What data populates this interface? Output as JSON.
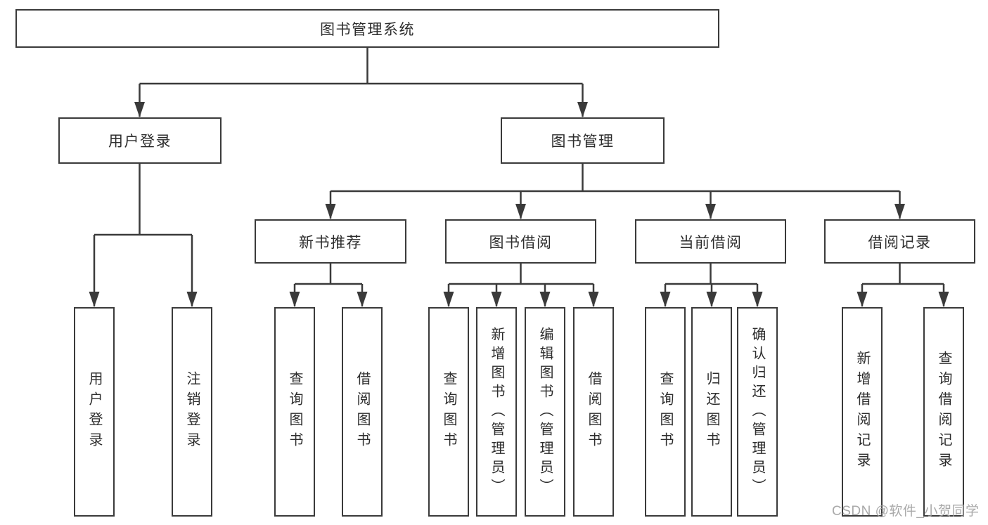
{
  "tree": {
    "root": "图书管理系统",
    "user_login": {
      "label": "用户登录",
      "children": [
        "用户登录",
        "注销登录"
      ]
    },
    "book_management": {
      "label": "图书管理",
      "children": {
        "new_book_recommend": {
          "label": "新书推荐",
          "children": [
            "查询图书",
            "借阅图书"
          ]
        },
        "book_borrow": {
          "label": "图书借阅",
          "children": [
            "查询图书",
            "新增图书（管理员）",
            "编辑图书（管理员）",
            "借阅图书"
          ]
        },
        "current_borrow": {
          "label": "当前借阅",
          "children": [
            "查询图书",
            "归还图书",
            "确认归还（管理员）"
          ]
        },
        "borrow_records": {
          "label": "借阅记录",
          "children": [
            "新增借阅记录",
            "查询借阅记录"
          ]
        }
      }
    }
  },
  "watermark": "CSDN @软件_小贺同学",
  "colors": {
    "line": "#3a3a3a",
    "box_border": "#3a3a3a",
    "text": "#2d2d2d",
    "watermark": "#a0a0a0",
    "background": "#ffffff"
  }
}
